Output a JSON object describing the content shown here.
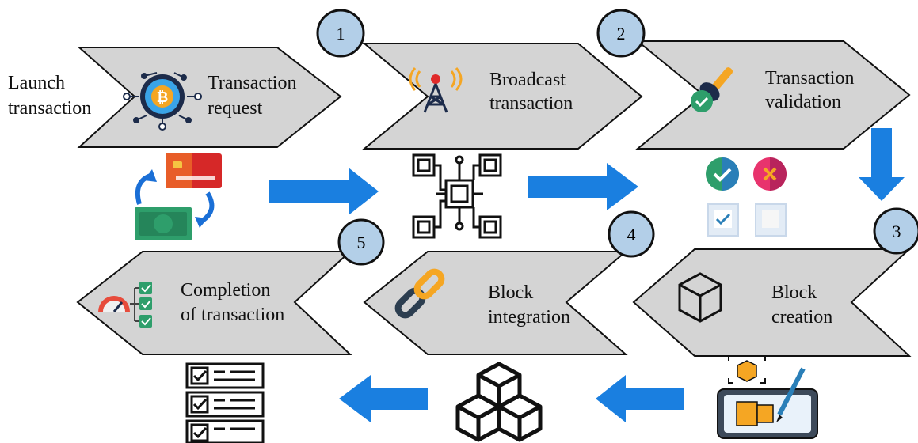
{
  "intro_label": [
    "Launch",
    "transaction"
  ],
  "stages": [
    {
      "lines": [
        "Transaction",
        "request"
      ],
      "icon": "bitcoin-circuit-icon"
    },
    {
      "lines": [
        "Broadcast",
        "transaction"
      ],
      "icon": "radio-tower-icon"
    },
    {
      "lines": [
        "Transaction",
        "validation"
      ],
      "icon": "stamp-approval-icon"
    },
    {
      "lines": [
        "Block",
        "creation"
      ],
      "icon": "cube-icon"
    },
    {
      "lines": [
        "Block",
        "integration"
      ],
      "icon": "chain-link-icon"
    },
    {
      "lines": [
        "Completion",
        "of transaction"
      ],
      "icon": "gauge-checklist-icon"
    }
  ],
  "step_numbers": [
    "1",
    "2",
    "3",
    "4",
    "5"
  ],
  "illustrations": [
    "card-cash-exchange-icon",
    "network-chip-icon",
    "approve-reject-checkbox-icon",
    "tablet-block-design-icon",
    "stacked-blocks-icon",
    "checklist-icon"
  ],
  "colors": {
    "chevron_fill": "#d4d4d4",
    "number_badge": "#b3cfe8",
    "arrow": "#1a7fe0"
  }
}
